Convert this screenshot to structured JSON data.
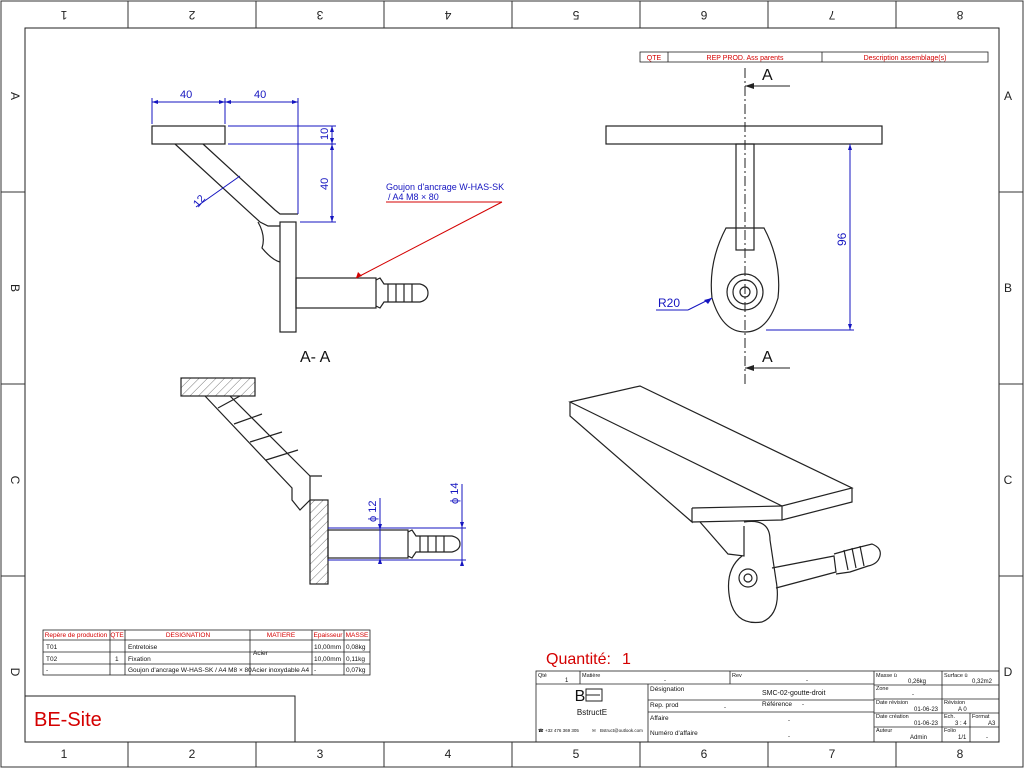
{
  "border": {
    "cols": [
      "1",
      "2",
      "3",
      "4",
      "5",
      "6",
      "7",
      "8"
    ],
    "rows": [
      "A",
      "B",
      "C",
      "D"
    ]
  },
  "header_table": {
    "qte": "QTE",
    "rep": "REP PROD. Ass parents",
    "desc": "Description assemblage(s)"
  },
  "view_left_top": {
    "dim_40a": "40",
    "dim_40b": "40",
    "dim_10": "10",
    "dim_40v": "40",
    "dim_12": "12",
    "leader_line1": "Goujon d'ancrage W-HAS-SK",
    "leader_line2": "/ A4 M8 × 80",
    "section_label": "A- A"
  },
  "view_right_top": {
    "cut_a_top": "A",
    "cut_a_bottom": "A",
    "dim_96": "96",
    "dim_r20": "R20"
  },
  "view_left_bottom": {
    "dim_phi12": "ϕ 12",
    "dim_phi14": "ϕ 14"
  },
  "bom": {
    "headers": [
      "Repère de production",
      "QTE",
      "DESIGNATION",
      "MATIERE",
      "Epaisseur",
      "MASSE"
    ],
    "rows": [
      {
        "rep": "T01",
        "qte": "",
        "designation": "Entretoise",
        "matiere": "",
        "epaisseur": "10,00mm",
        "masse": "0,08kg"
      },
      {
        "rep": "T02",
        "qte": "1",
        "designation": "Fixation",
        "matiere": "Acier",
        "epaisseur": "10,00mm",
        "masse": "0,11kg"
      },
      {
        "rep": "-",
        "qte": "",
        "designation": "Goujon d'ancrage W-HAS-SK / A4 M8 × 80",
        "matiere": "Acier inoxydable A4",
        "epaisseur": "-",
        "masse": "0,07kg"
      }
    ]
  },
  "logo_text": "BE-Site",
  "quantity": {
    "label": "Quantité:",
    "value": "1"
  },
  "title_block": {
    "qte_label": "Qté",
    "qte_value": "1",
    "matiere_label": "Matière",
    "matiere_value": "-",
    "rev_label": "Rev",
    "rev_value": "-",
    "masse_label": "Masse ü",
    "masse_value": "0,26kg",
    "surface_label": "Surface ü",
    "surface_value": "0,32m2",
    "company_name": "BstructE",
    "phone": "+32 476 369 305",
    "email": "Bstruct@outlook.com",
    "designation_label": "Désignation",
    "designation_value": "SMC-02-goutte-droit",
    "rep_prod_label": "Rep. prod",
    "rep_prod_value": "-",
    "reference_label": "Référence",
    "reference_value": "-",
    "affaire_label": "Affaire",
    "affaire_value": "-",
    "num_affaire_label": "Numéro d'affaire",
    "num_affaire_value": "-",
    "zone_label": "Zone",
    "zone_value": "-",
    "date_revision_label": "Date révision",
    "date_revision_value": "01-06-23",
    "revision_label": "Révision",
    "revision_value": "A  0",
    "date_creation_label": "Date création",
    "date_creation_value": "01-06-23",
    "ech_label": "Ech.",
    "ech_value": "3 : 4",
    "format_label": "Format",
    "format_value": "A3",
    "auteur_label": "Auteur",
    "auteur_value": "Admin",
    "folio_label": "Folio",
    "folio_value": "1/1",
    "dash": "-"
  }
}
